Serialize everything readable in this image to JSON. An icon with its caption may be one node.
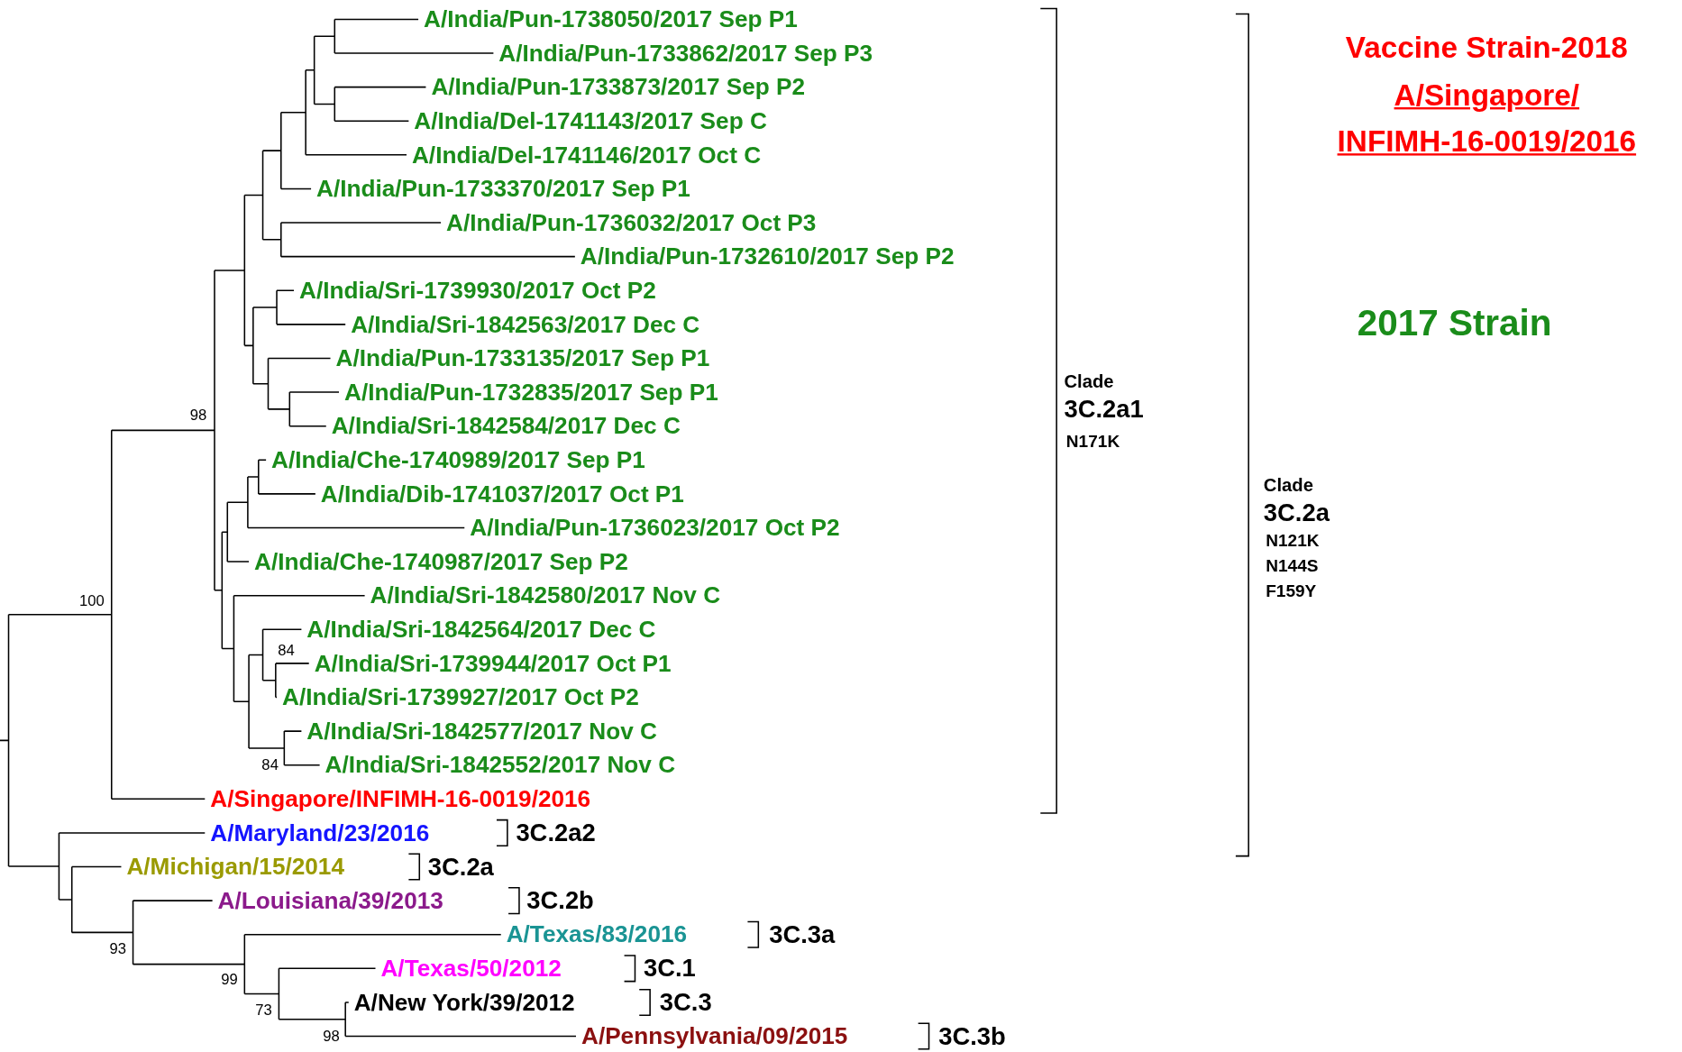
{
  "diagram": {
    "labels": [
      "A/India/Pun-1738050/2017 Sep P1",
      "A/India/Pun-1733862/2017 Sep P3",
      "A/India/Pun-1733873/2017 Sep P2",
      "A/India/Del-1741143/2017 Sep C",
      "A/India/Del-1741146/2017 Oct C",
      "A/India/Pun-1733370/2017 Sep P1",
      "A/India/Pun-1736032/2017 Oct P3",
      "A/India/Pun-1732610/2017 Sep P2",
      "A/India/Sri-1739930/2017 Oct P2",
      "A/India/Sri-1842563/2017 Dec C",
      "A/India/Pun-1733135/2017 Sep P1",
      "A/India/Pun-1732835/2017 Sep P1",
      "A/India/Sri-1842584/2017 Dec C",
      "A/India/Che-1740989/2017 Sep P1",
      "A/India/Dib-1741037/2017 Oct P1",
      "A/India/Pun-1736023/2017 Oct P2",
      "A/India/Che-1740987/2017 Sep P2",
      "A/India/Sri-1842580/2017 Nov C",
      "A/India/Sri-1842564/2017 Dec C",
      "A/India/Sri-1739944/2017 Oct P1",
      "A/India/Sri-1739927/2017 Oct P2",
      "A/India/Sri-1842577/2017 Nov C",
      "A/India/Sri-1842552/2017 Nov C",
      "A/Singapore/INFIMH-16-0019/2016",
      "A/Maryland/23/2016",
      "3C.2a2",
      "A/Michigan/15/2014",
      "3C.2a",
      "A/Louisiana/39/2013",
      "3C.2b",
      "A/Texas/83/2016",
      "3C.3a",
      "A/Texas/50/2012",
      "3C.1",
      "A/New York/39/2012",
      "3C.3",
      "A/Pennsylvania/09/2015",
      "3C.3b",
      "Vaccine Strain-2018",
      "A/Singapore/ INFIMH-16-0019/2016",
      "2017 Strain",
      "Clade",
      "3C.2a1",
      "N171K",
      "Clade",
      "3C.2a",
      "N121K",
      "N144S",
      "F159Y",
      "98",
      "100",
      "84",
      "84",
      "93",
      "99",
      "73",
      "98"
    ]
  }
}
